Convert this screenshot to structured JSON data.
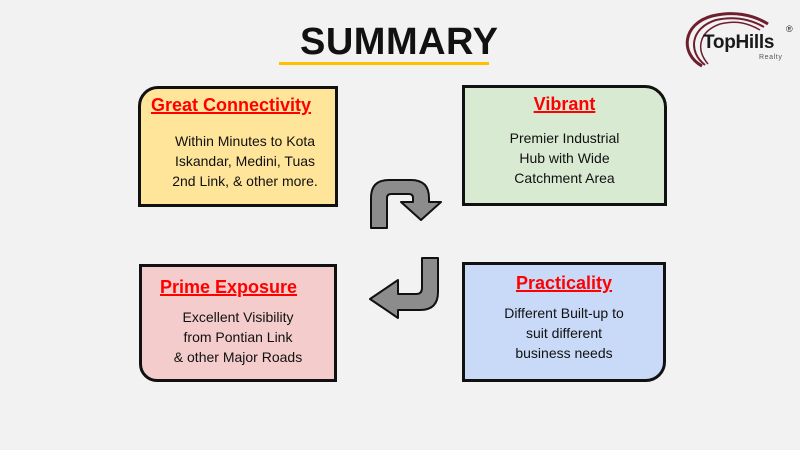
{
  "title": "SUMMARY",
  "logo": {
    "name": "TopHills",
    "reg": "®",
    "sub": "Realty"
  },
  "colors": {
    "heading_red": "#ff0000",
    "title_underline": "#ffc000",
    "box_yellow": "#ffe599",
    "box_green": "#d9ead3",
    "box_pink": "#f4cccc",
    "box_blue": "#c9daf8",
    "arrow_gray": "#8c8c8c",
    "logo_maroon": "#6d1f2e"
  },
  "boxes": {
    "great_connectivity": {
      "heading": "Great Connectivity",
      "body": "Within Minutes to Kota\nIskandar, Medini, Tuas\n2nd Link, & other more."
    },
    "vibrant": {
      "heading": "Vibrant",
      "body": "Premier Industrial\nHub  with Wide\nCatchment  Area"
    },
    "prime_exposure": {
      "heading": "Prime Exposure",
      "body": "Excellent Visibility\nfrom  Pontian Link\n& other Major Roads"
    },
    "practicality": {
      "heading": "Practicality",
      "body": "Different Built-up to\nsuit different\nbusiness  needs"
    }
  },
  "icons": [
    "curved-arrow-right-icon",
    "curved-arrow-left-icon"
  ]
}
